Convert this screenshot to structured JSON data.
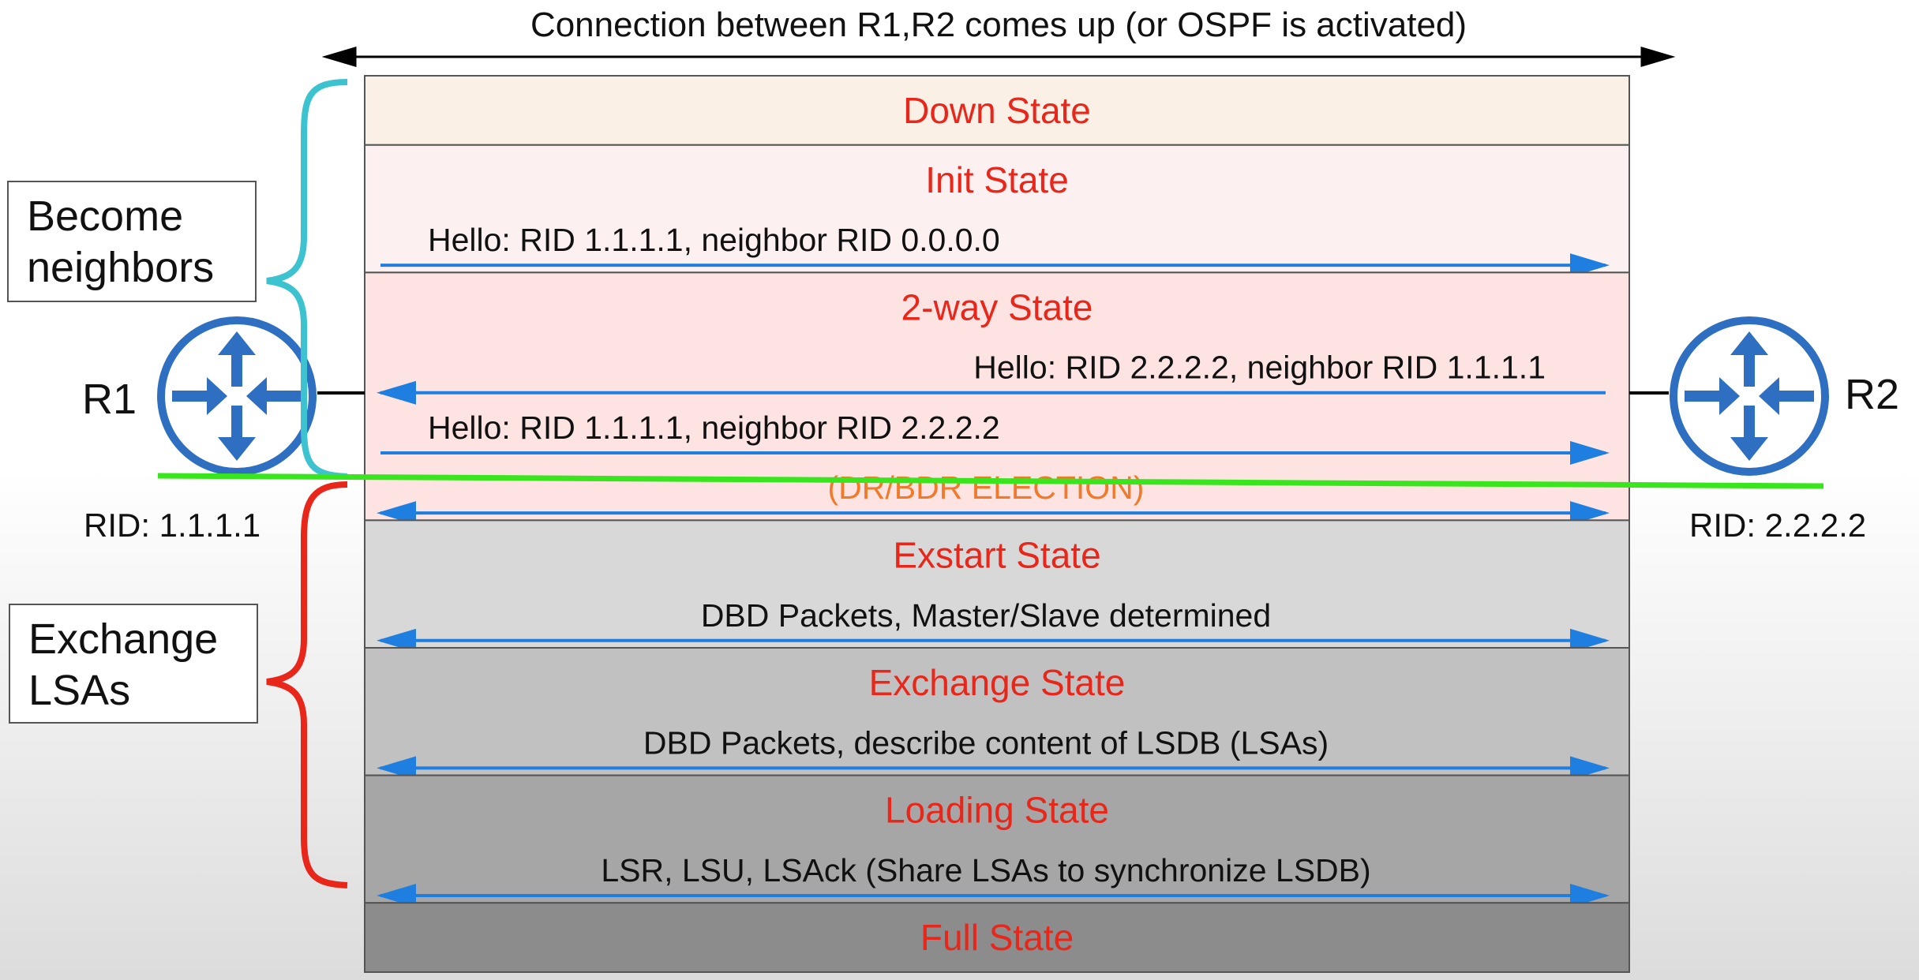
{
  "header": {
    "label": "Connection between R1,R2 comes up (or OSPF is activated)"
  },
  "groups": [
    {
      "label_lines": [
        "Become",
        "neighbors"
      ],
      "bracket_color": "#3cc3cf"
    },
    {
      "label_lines": [
        "Exchange",
        "LSAs"
      ],
      "bracket_color": "#e8261a"
    }
  ],
  "routers": [
    {
      "name": "R1",
      "rid": "RID: 1.1.1.1",
      "color": "#2e6fc1"
    },
    {
      "name": "R2",
      "rid": "RID: 2.2.2.2",
      "color": "#2e6fc1"
    }
  ],
  "states": [
    {
      "name": "Down State",
      "fill": "#fbf0e6",
      "messages": []
    },
    {
      "name": "Init State",
      "fill": "#fdf0f0",
      "messages": [
        {
          "text": "Hello: RID 1.1.1.1, neighbor RID 0.0.0.0",
          "direction": "right",
          "text_align": "left"
        }
      ]
    },
    {
      "name": "2-way State",
      "fill": "#fde3e1",
      "messages": [
        {
          "text": "Hello: RID 2.2.2.2, neighbor RID 1.1.1.1",
          "direction": "left",
          "text_align": "right"
        },
        {
          "text": "Hello: RID 1.1.1.1, neighbor RID 2.2.2.2",
          "direction": "right",
          "text_align": "left"
        },
        {
          "text": "(DR/BDR ELECTION)",
          "direction": "both",
          "text_align": "center",
          "text_color": "#f07a2a"
        }
      ]
    },
    {
      "name": "Exstart State",
      "fill": "#d8d8d8",
      "messages": [
        {
          "text": "DBD Packets, Master/Slave determined",
          "direction": "both",
          "text_align": "center"
        }
      ]
    },
    {
      "name": "Exchange State",
      "fill": "#c1c1c1",
      "messages": [
        {
          "text": "DBD Packets, describe content of LSDB (LSAs)",
          "direction": "both",
          "text_align": "center"
        }
      ]
    },
    {
      "name": "Loading State",
      "fill": "#a6a6a6",
      "messages": [
        {
          "text": "LSR, LSU, LSAck (Share LSAs to synchronize LSDB)",
          "direction": "both",
          "text_align": "center"
        }
      ]
    },
    {
      "name": "Full State",
      "fill": "#8c8c8c",
      "messages": []
    }
  ],
  "colors": {
    "state_title": "#e8261a",
    "arrow": "#1e7fe0",
    "divider": "#39e51c",
    "text": "#111111"
  }
}
